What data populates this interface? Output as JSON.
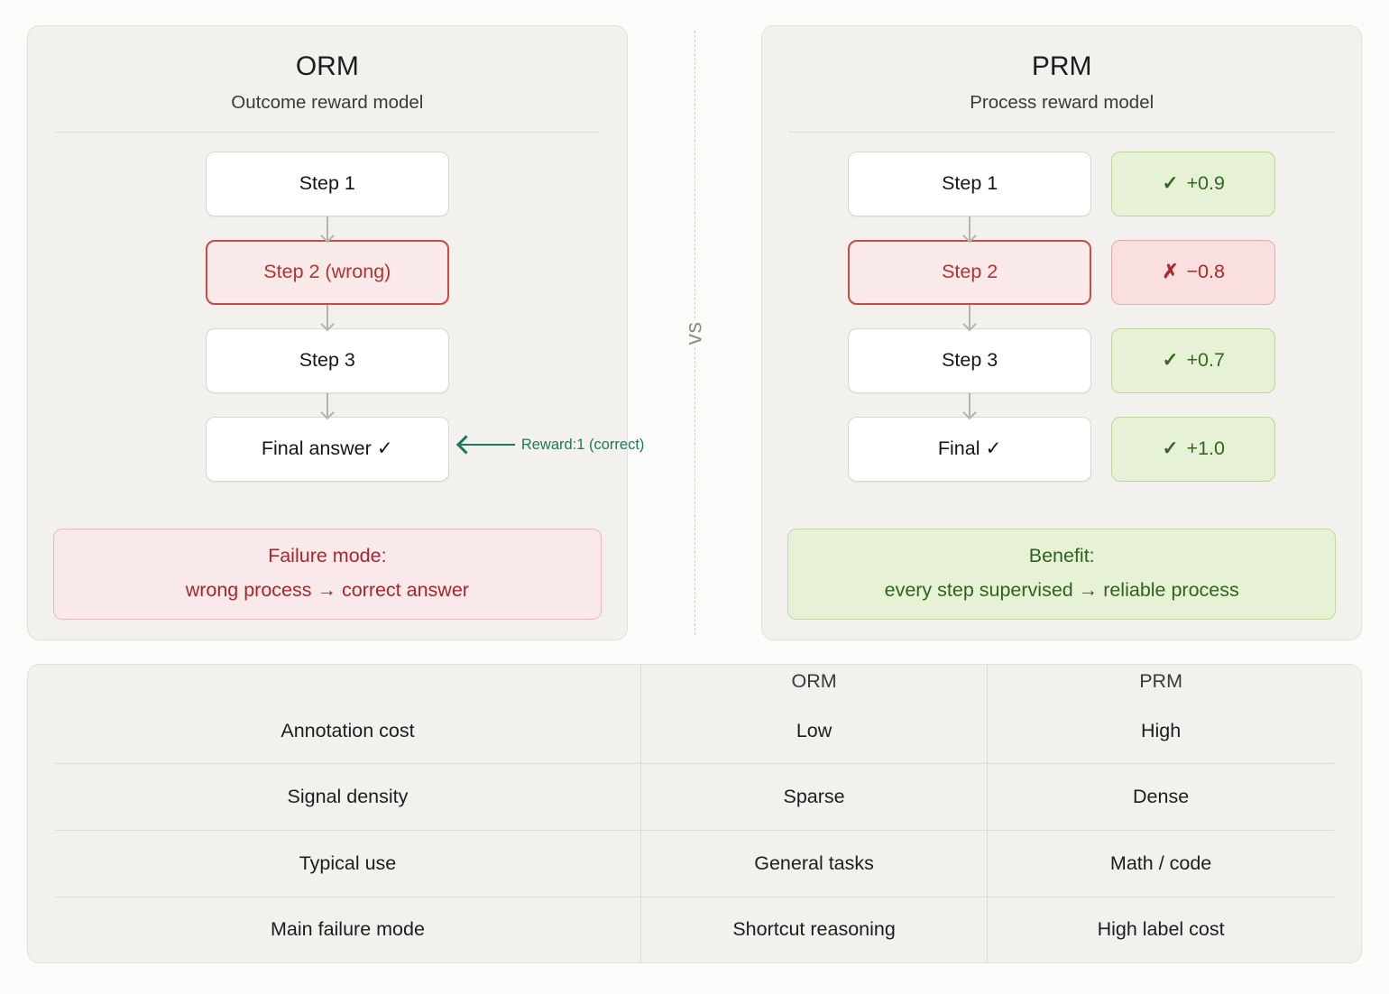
{
  "orm": {
    "title": "ORM",
    "subtitle": "Outcome reward model",
    "steps": [
      {
        "label": "Step 1",
        "state": "normal"
      },
      {
        "label": "Step 2 (wrong)",
        "state": "bad"
      },
      {
        "label": "Step 3",
        "state": "normal"
      },
      {
        "label": "Final answer ✓",
        "state": "normal"
      }
    ],
    "callout": "Reward:1 (correct)",
    "note": {
      "title": "Failure mode:",
      "body": "wrong process → correct answer"
    }
  },
  "vs_label": "vs",
  "prm": {
    "title": "PRM",
    "subtitle": "Process reward model",
    "steps": [
      {
        "label": "Step 1",
        "state": "normal"
      },
      {
        "label": "Step 2",
        "state": "bad"
      },
      {
        "label": "Step 3",
        "state": "normal"
      },
      {
        "label": "Final ✓",
        "state": "normal"
      }
    ],
    "scores": [
      {
        "mark": "✓",
        "value": "+0.9",
        "state": "pos"
      },
      {
        "mark": "✗",
        "value": "−0.8",
        "state": "neg"
      },
      {
        "mark": "✓",
        "value": "+0.7",
        "state": "pos"
      },
      {
        "mark": "✓",
        "value": "+1.0",
        "state": "pos"
      }
    ],
    "note": {
      "title": "Benefit:",
      "body": "every step supervised → reliable process"
    }
  },
  "comparison": {
    "headers": [
      "",
      "ORM",
      "PRM"
    ],
    "rows": [
      {
        "label": "Annotation cost",
        "orm": "Low",
        "prm": "High"
      },
      {
        "label": "Signal density",
        "orm": "Sparse",
        "prm": "Dense"
      },
      {
        "label": "Typical use",
        "orm": "General tasks",
        "prm": "Math / code"
      },
      {
        "label": "Main failure mode",
        "orm": "Shortcut reasoning",
        "prm": "High label cost"
      }
    ]
  },
  "colors": {
    "page_bg": "#fbfbf9",
    "panel_bg": "#f2f1ed",
    "red_accent": "#cb4a45",
    "green_accent": "#33681f",
    "teal_accent": "#1b7a5d"
  }
}
